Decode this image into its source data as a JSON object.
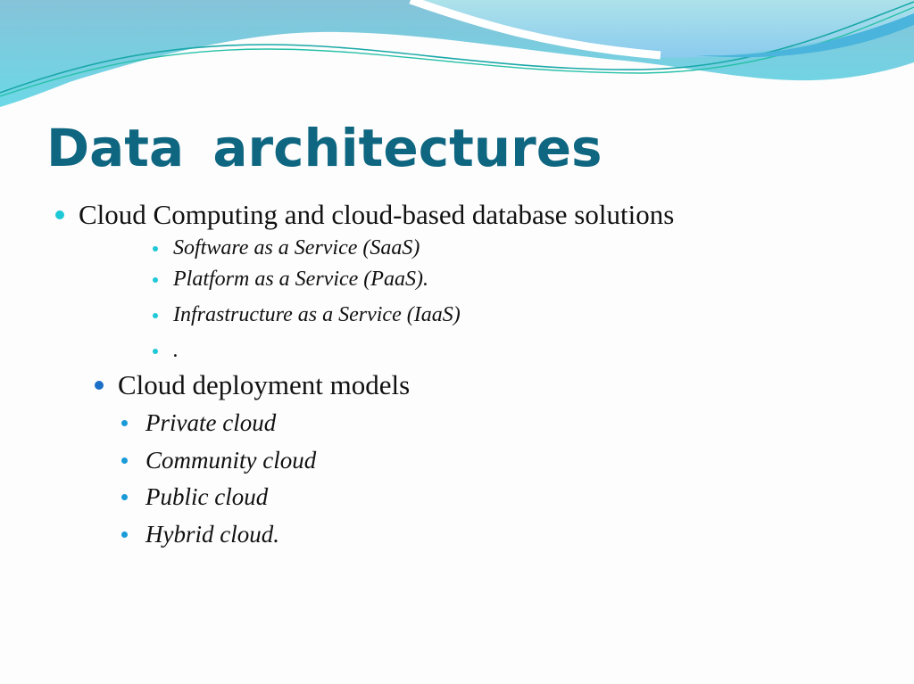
{
  "slide": {
    "title": "Data  architectures",
    "colors": {
      "title": "#0e6680",
      "bullet_primary": "#1ec8d6",
      "bullet_secondary": "#1a6fc7",
      "bullet_tertiary": "#1a9bd8",
      "wave_light": "#8fd3e8",
      "wave_dark": "#4fb8dc",
      "wave_line": "#14a8a0"
    },
    "sections": [
      {
        "label": "Cloud Computing and cloud-based database solutions",
        "items": [
          "Software as a Service (SaaS)",
          "Platform as a Service (PaaS).",
          "Infrastructure as a Service (IaaS)",
          "."
        ]
      },
      {
        "label": "Cloud deployment models",
        "items": [
          "Private cloud",
          "Community cloud",
          "Public cloud",
          "Hybrid cloud."
        ]
      }
    ]
  }
}
